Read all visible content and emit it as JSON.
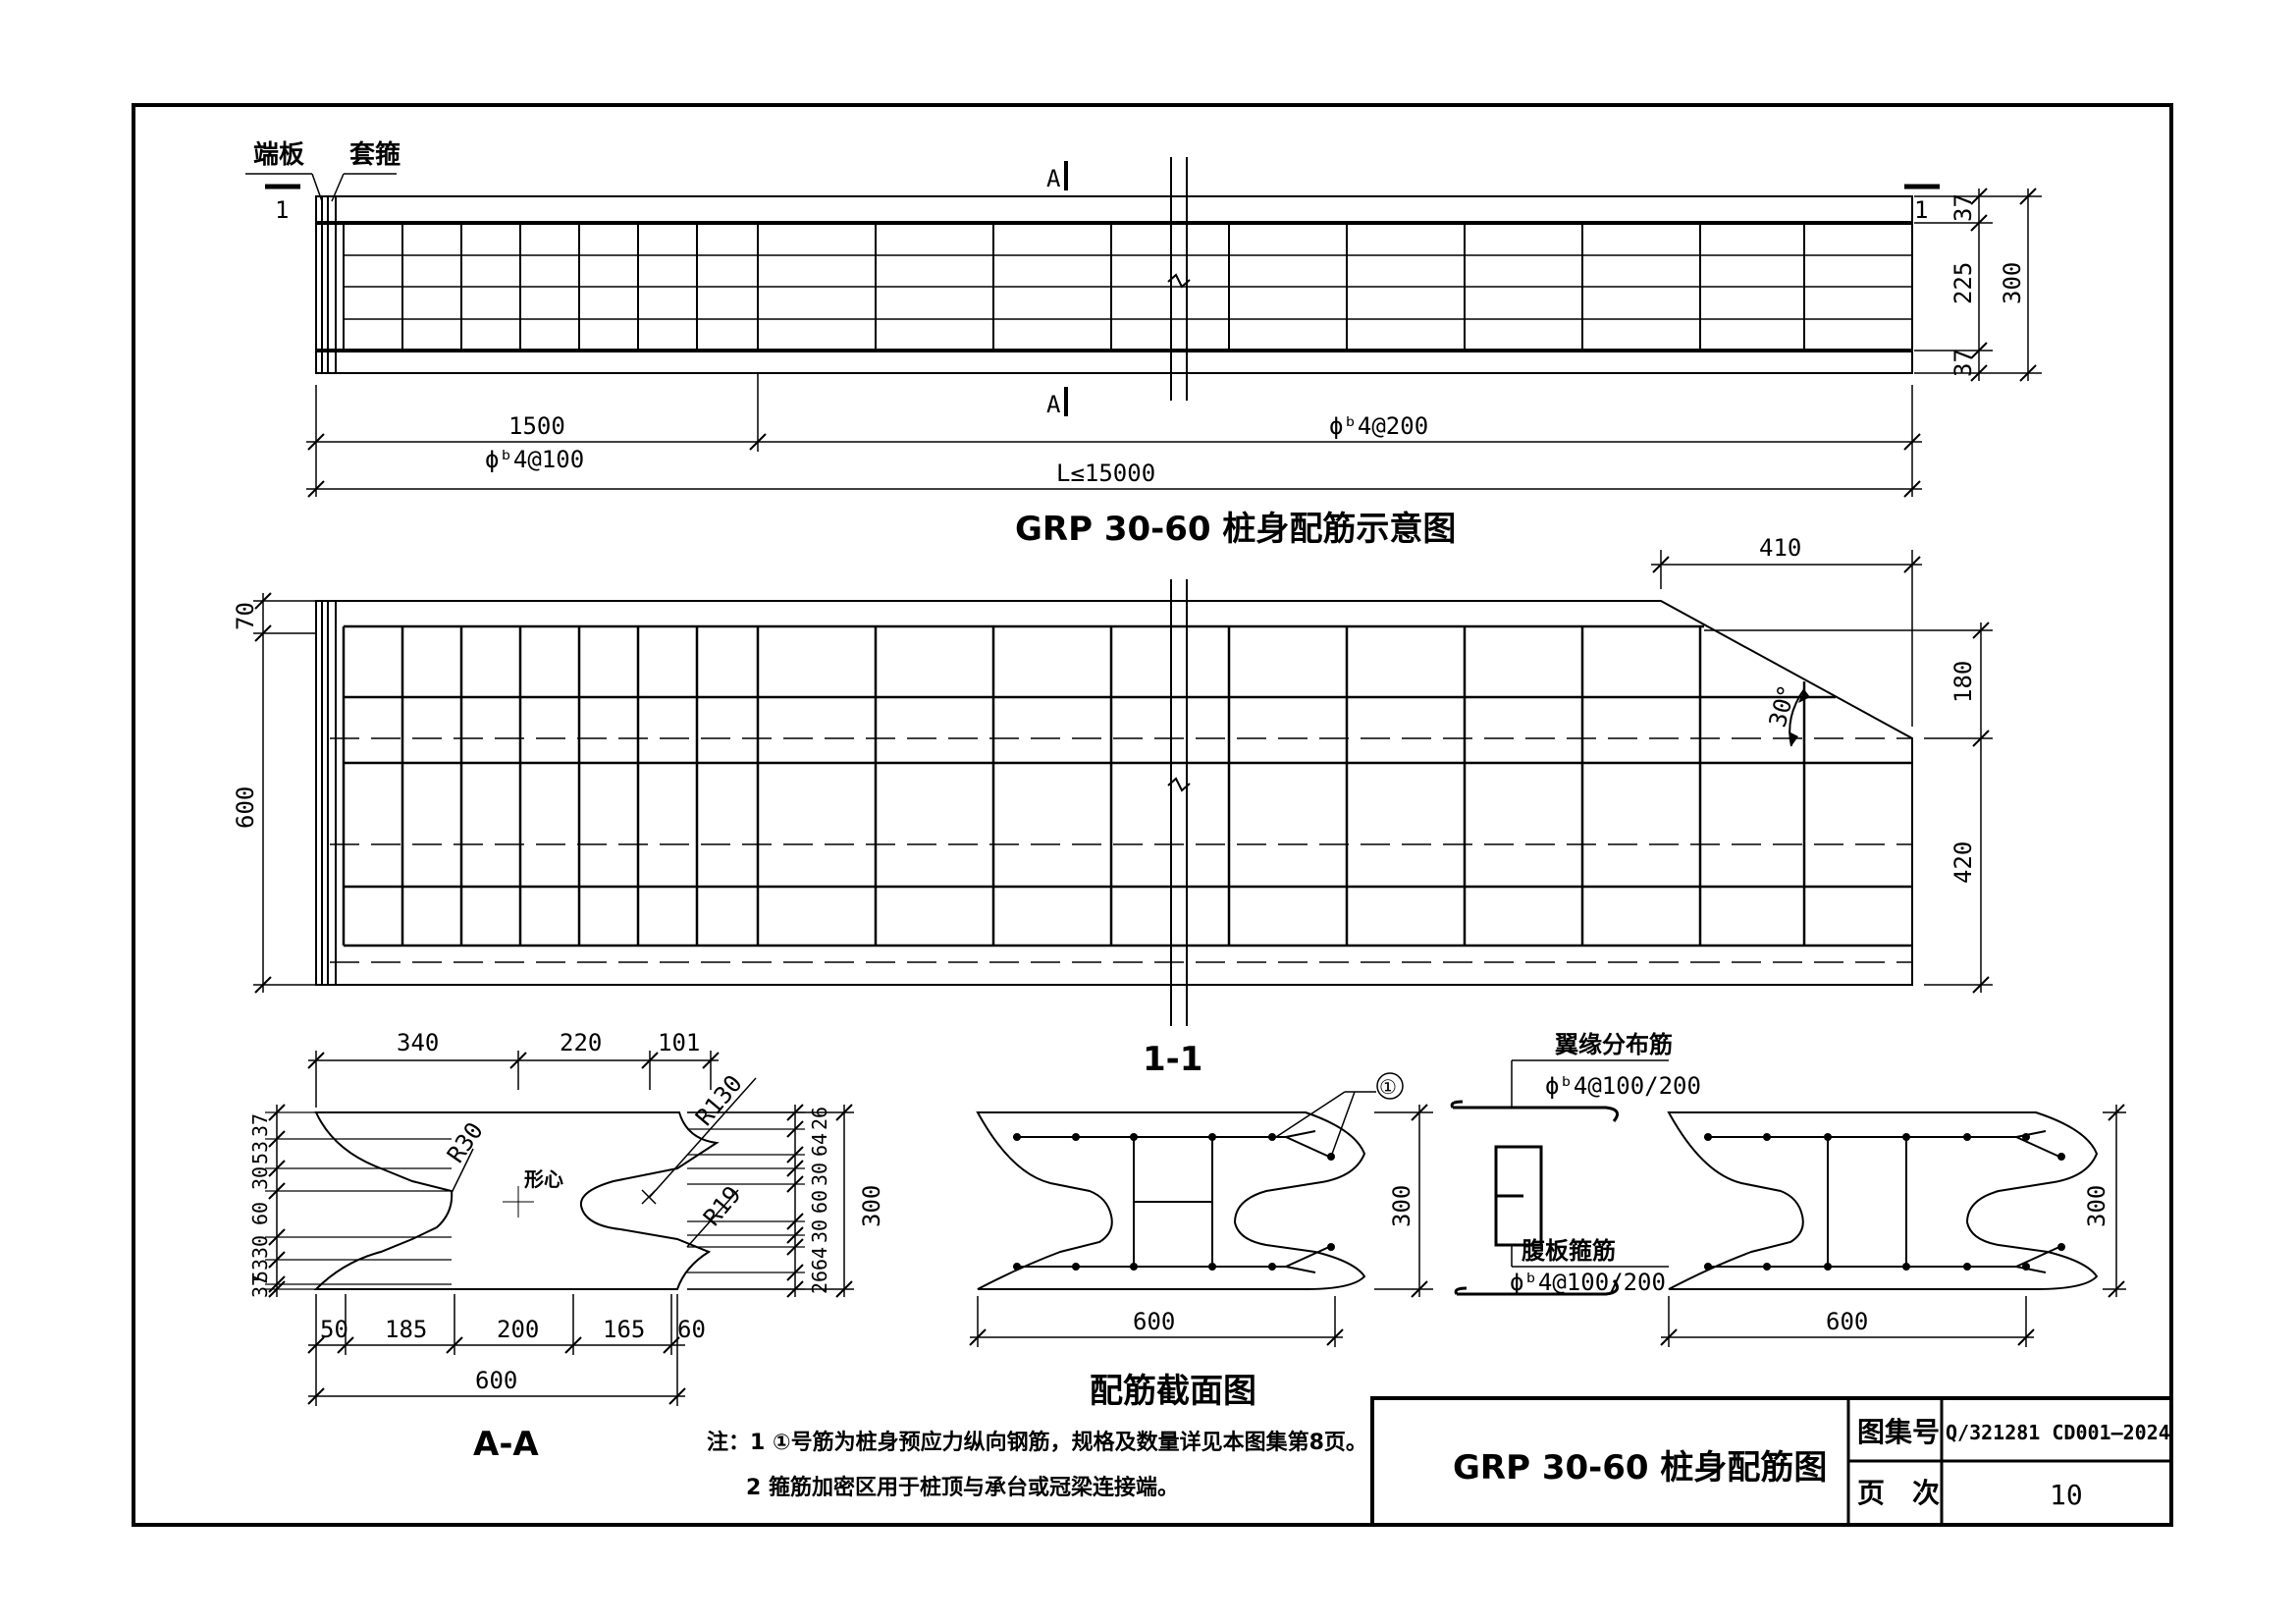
{
  "labels": {
    "end_plate": "端板",
    "sleeve_hoop": "套箍",
    "section_a_top": "A",
    "section_a_bottom": "A",
    "cut_1_left": "1",
    "cut_1_right": "1"
  },
  "elevation": {
    "dim_37_top": "37",
    "dim_225": "225",
    "dim_37_bottom": "37",
    "dim_300": "300",
    "dim_1500": "1500",
    "stirrup_dense": "ϕᵇ4@100",
    "stirrup_normal": "ϕᵇ4@200",
    "length": "L≤15000",
    "title": "GRP 30-60 桩身配筋示意图"
  },
  "section_1_1": {
    "dim_70": "70",
    "dim_600": "600",
    "dim_410": "410",
    "dim_180": "180",
    "dim_420": "420",
    "angle": "30°",
    "title": "1-1"
  },
  "section_a_a": {
    "dim_340": "340",
    "dim_220": "220",
    "dim_101": "101",
    "r130": "R130",
    "r30": "R30",
    "r19": "R19",
    "centroid": "形心",
    "left_dims": [
      "37",
      "53",
      "30",
      "60",
      "30",
      "53",
      "37"
    ],
    "right_dims": [
      "26",
      "64",
      "30",
      "60",
      "30",
      "64",
      "26"
    ],
    "dim_300": "300",
    "bottom_dims": [
      "50",
      "185",
      "200",
      "165",
      "60"
    ],
    "dim_600": "600",
    "title": "A-A"
  },
  "reinf_sections": {
    "marker": "①",
    "flange_label": "翼缘分布筋",
    "flange_spec": "ϕᵇ4@100/200",
    "web_label": "腹板箍筋",
    "web_spec": "ϕᵇ4@100/200",
    "dim_300_a": "300",
    "dim_600_a": "600",
    "dim_300_b": "300",
    "dim_600_b": "600",
    "title": "配筋截面图"
  },
  "notes": {
    "line1": "注：1 ①号筋为桩身预应力纵向钢筋，规格及数量详见本图集第8页。",
    "line2": "2 箍筋加密区用于桩顶与承台或冠梁连接端。"
  },
  "title_block": {
    "drawing_title": "GRP 30-60 桩身配筋图",
    "atlas_label": "图集号",
    "atlas_no": "Q/321281 CD001—2024",
    "page_label": "页　次",
    "page_no": "10"
  }
}
